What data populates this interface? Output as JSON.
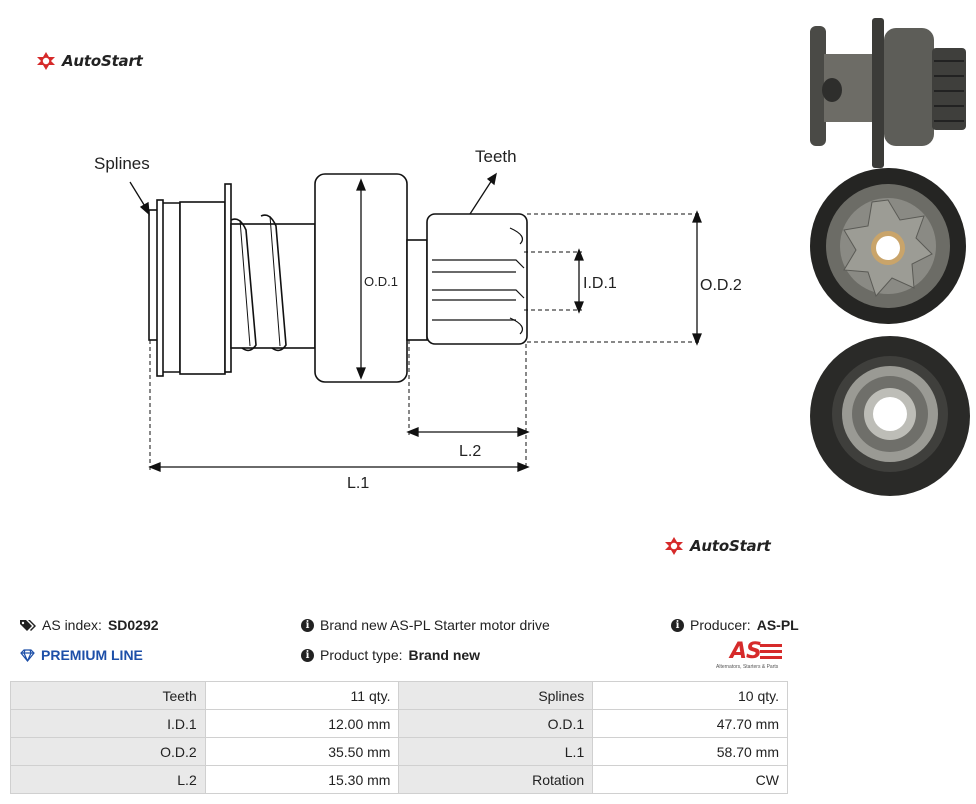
{
  "brand": {
    "name": "AutoStart"
  },
  "diagram": {
    "labels": {
      "splines": "Splines",
      "teeth": "Teeth",
      "od1": "O.D.1",
      "id1": "I.D.1",
      "od2": "O.D.2",
      "l2": "L.2",
      "l1": "L.1"
    }
  },
  "info": {
    "as_index_label": "AS index:",
    "as_index_value": "SD0292",
    "premium_line": "PREMIUM LINE",
    "description": "Brand new AS-PL Starter motor drive",
    "product_type_label": "Product type:",
    "product_type_value": "Brand new",
    "producer_label": "Producer:",
    "producer_value": "AS-PL",
    "producer_logo_text": "AS",
    "producer_logo_tagline": "Alternators, Starters & Parts"
  },
  "specs": [
    [
      "Teeth",
      "11 qty.",
      "Splines",
      "10 qty."
    ],
    [
      "I.D.1",
      "12.00 mm",
      "O.D.1",
      "47.70 mm"
    ],
    [
      "O.D.2",
      "35.50 mm",
      "L.1",
      "58.70 mm"
    ],
    [
      "L.2",
      "15.30 mm",
      "Rotation",
      "CW"
    ]
  ],
  "colors": {
    "accent_red": "#d62a2a",
    "premium_blue": "#1d4fa8",
    "label_bg": "#e9e9e9"
  }
}
